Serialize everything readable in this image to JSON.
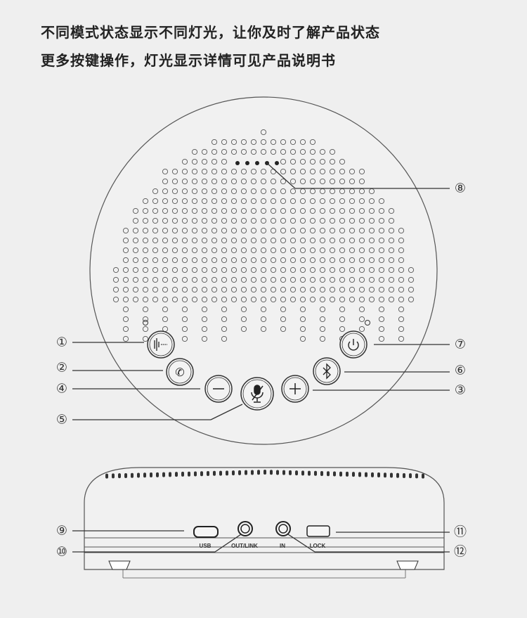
{
  "header": {
    "line1": "不同模式状态显示不同灯光，让你及时了解产品状态",
    "line2": "更多按键操作，灯光显示详情可见产品说明书"
  },
  "callouts": [
    "①",
    "②",
    "③",
    "④",
    "⑤",
    "⑥",
    "⑦",
    "⑧",
    "⑨",
    "⑩",
    "⑪",
    "⑫"
  ],
  "buttons": {
    "voice": "voice-wave-icon",
    "call": "phone-icon",
    "minus": "−",
    "mute": "mic-mute-icon",
    "plus": "+",
    "bluetooth": "bluetooth-icon",
    "power": "power-icon"
  },
  "ports": {
    "usb": "USB",
    "out": "OUT/LINK",
    "in": "IN",
    "lock": "LOCK"
  }
}
